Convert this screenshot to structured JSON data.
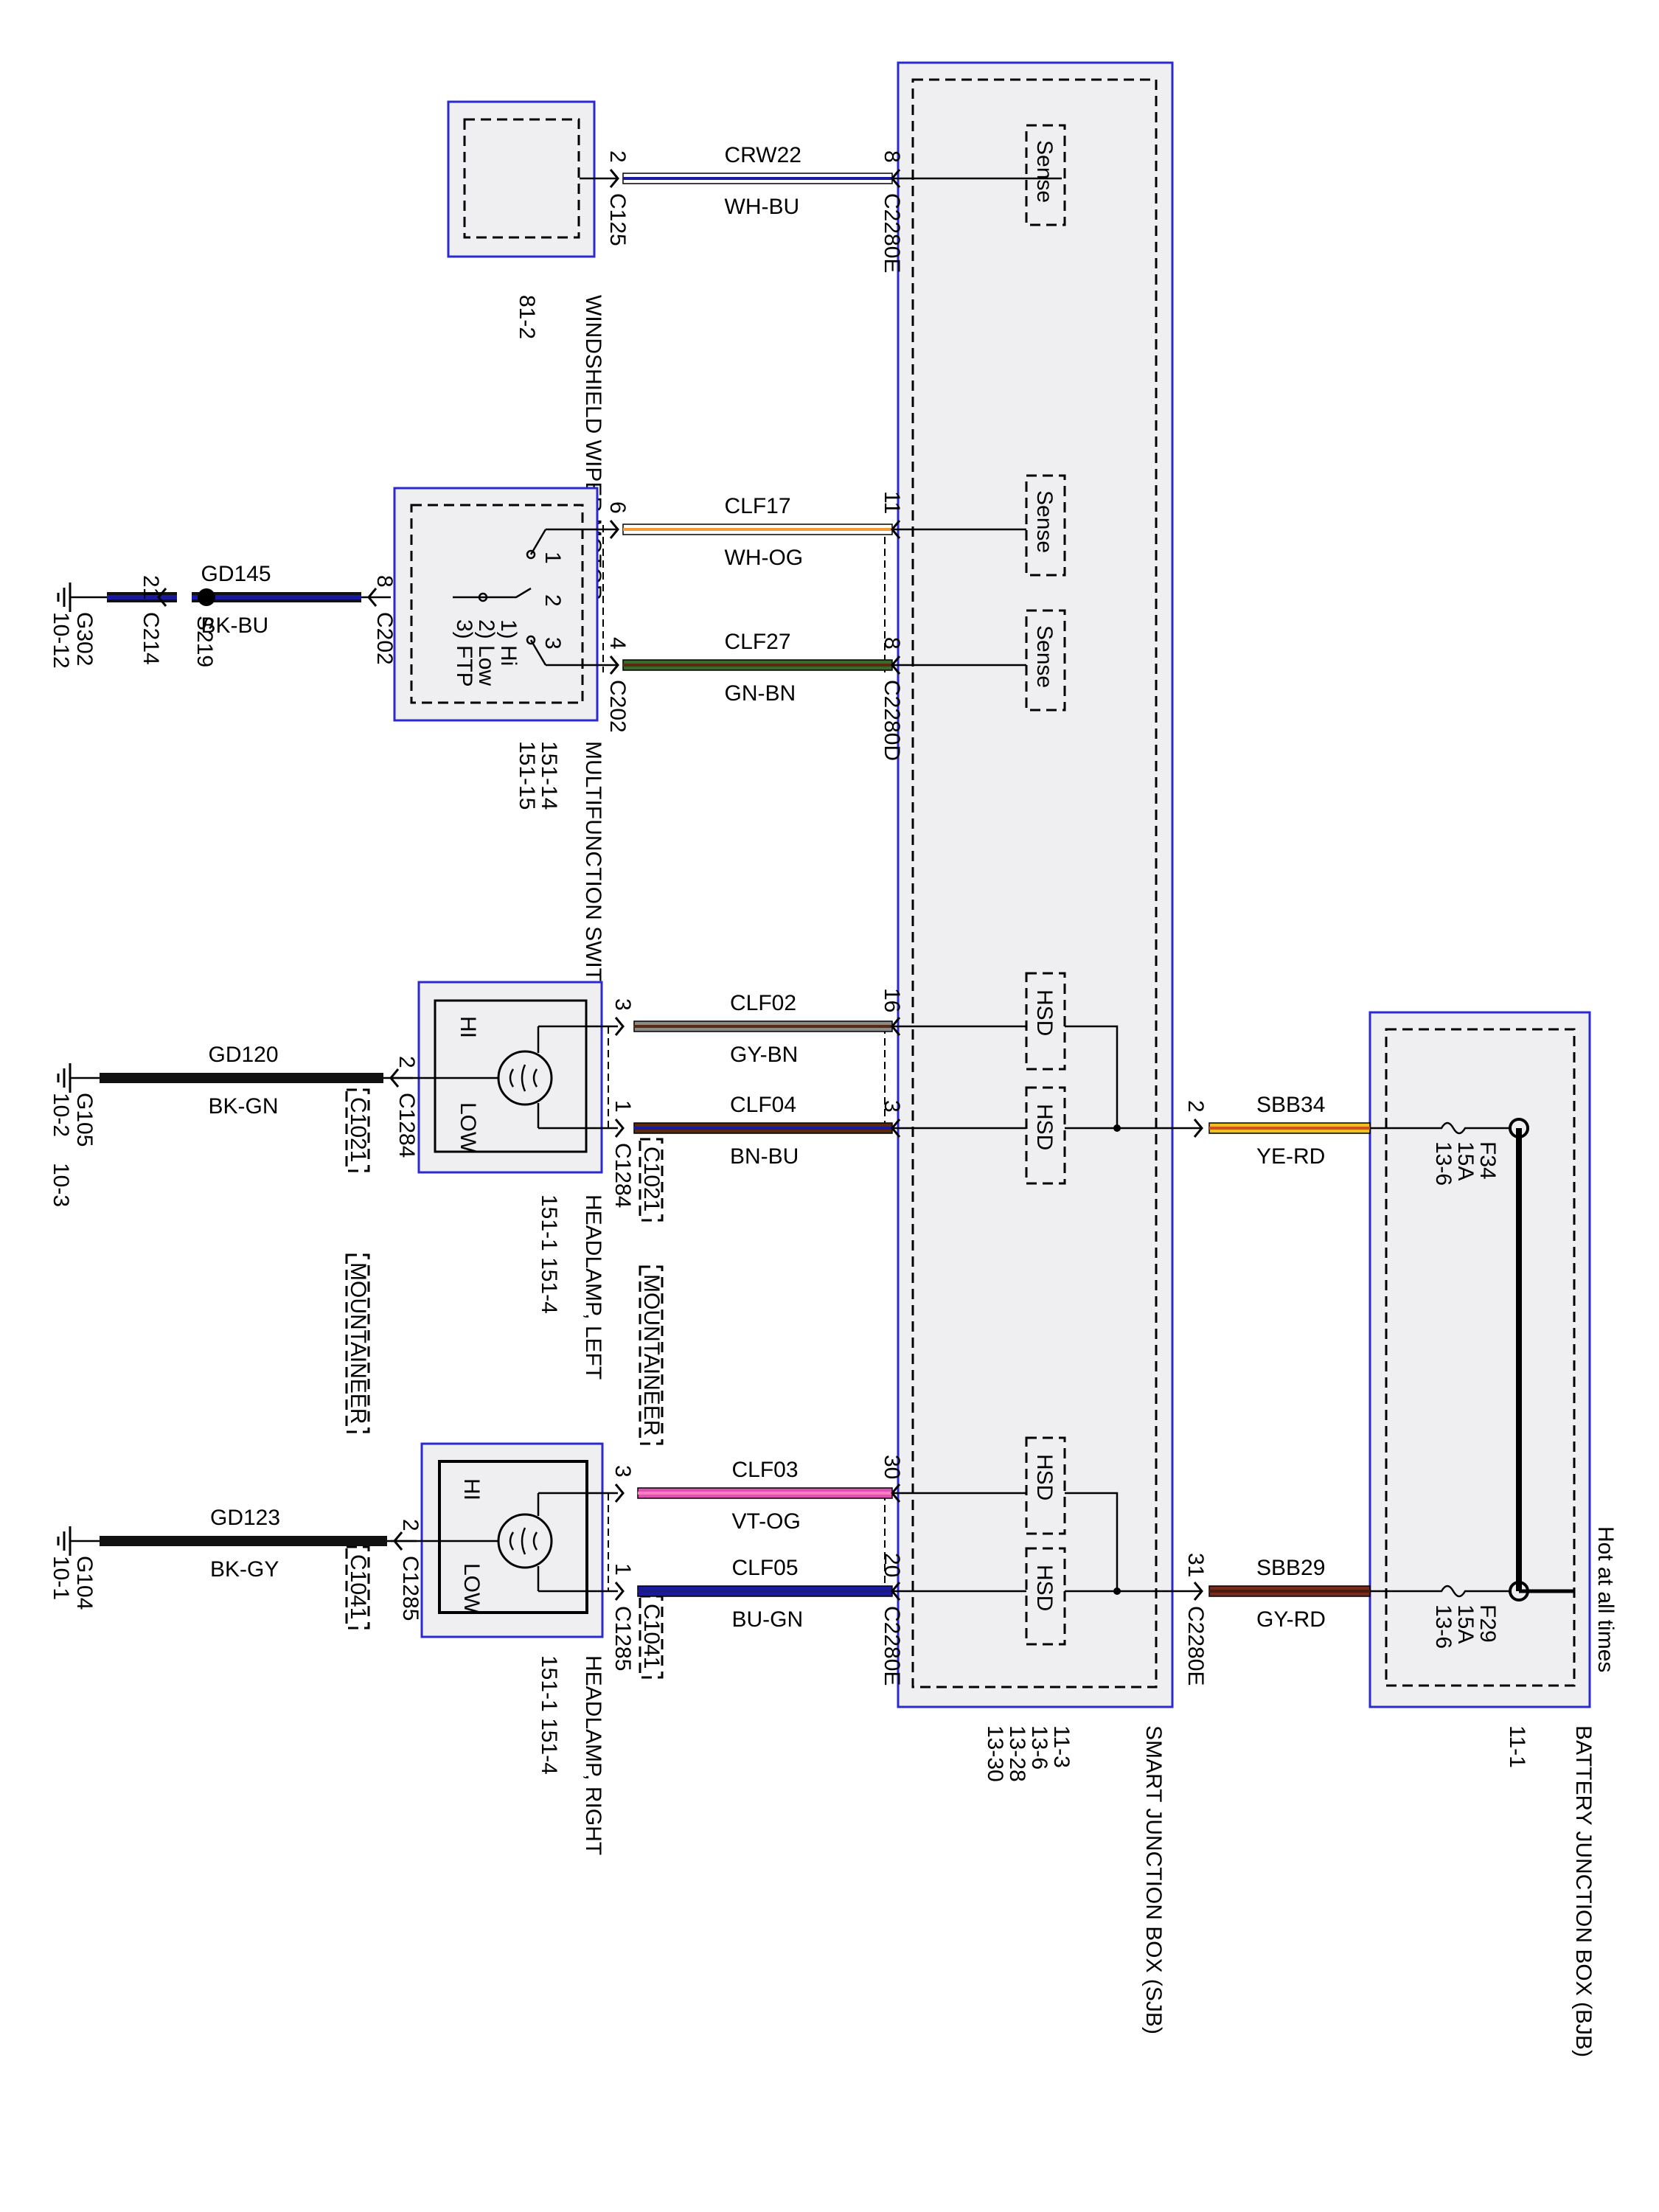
{
  "components": {
    "wiper_motor": {
      "name": "WINDSHIELD WIPER MOTOR",
      "ref": "81-2"
    },
    "multifunction_switch": {
      "name": "MULTIFUNCTION SWITCH",
      "refs": [
        "151-14",
        "151-15"
      ],
      "positions": [
        "1) Hi",
        "2) Low",
        "3) FTP"
      ]
    },
    "headlamp_left": {
      "name": "HEADLAMP, LEFT",
      "refs": "151-1   151-4",
      "hi": "HI",
      "low": "LOW"
    },
    "headlamp_right": {
      "name": "HEADLAMP, RIGHT",
      "refs": "151-1   151-4",
      "hi": "HI",
      "low": "LOW"
    },
    "sjb": {
      "name": "SMART JUNCTION BOX (SJB)",
      "refs": [
        "11-3",
        "13-6",
        "13-28",
        "13-30"
      ]
    },
    "bjb": {
      "name": "BATTERY JUNCTION BOX (BJB)",
      "ref": "11-1",
      "note": "Hot at all times"
    }
  },
  "sjb_blocks": [
    "Sense",
    "Sense",
    "Sense",
    "HSD",
    "HSD",
    "HSD",
    "HSD"
  ],
  "wires": [
    {
      "circuit": "CRW22",
      "color": "WH-BU",
      "left_pin": "2",
      "left_conn": "C125",
      "right_pin": "8",
      "right_conn": "C2280E"
    },
    {
      "circuit": "CLF17",
      "color": "WH-OG",
      "left_pin": "6",
      "left_conn": "",
      "right_pin": "11",
      "right_conn": ""
    },
    {
      "circuit": "CLF27",
      "color": "GN-BN",
      "left_pin": "4",
      "left_conn": "C202",
      "right_pin": "8",
      "right_conn": "C2280D"
    },
    {
      "circuit": "CLF02",
      "color": "GY-BN",
      "left_pin": "3",
      "left_conn": "",
      "right_pin": "16",
      "right_conn": ""
    },
    {
      "circuit": "CLF04",
      "color": "BN-BU",
      "left_pin": "1",
      "left_conn": "C1284",
      "right_pin": "3",
      "right_conn": ""
    },
    {
      "circuit": "CLF03",
      "color": "VT-OG",
      "left_pin": "3",
      "left_conn": "",
      "right_pin": "30",
      "right_conn": ""
    },
    {
      "circuit": "CLF05",
      "color": "BU-GN",
      "left_pin": "1",
      "left_conn": "C1285",
      "right_pin": "20",
      "right_conn": "C2280E"
    },
    {
      "circuit": "SBB34",
      "color": "YE-RD",
      "left_pin": "2",
      "left_conn": "",
      "right_pin": "",
      "right_conn": ""
    },
    {
      "circuit": "SBB29",
      "color": "GY-RD",
      "left_pin": "31",
      "left_conn": "C2280E",
      "right_pin": "",
      "right_conn": ""
    }
  ],
  "grounds": [
    {
      "circuit": "GD145",
      "color": "BK-BU",
      "pin": "8",
      "conn": "C202",
      "splice": "S219",
      "pin2": "21",
      "conn2": "C214",
      "ground": "G302",
      "ground_ref": "10-12"
    },
    {
      "circuit": "GD120",
      "color": "BK-GN",
      "pin": "2",
      "conn": "C1284",
      "ground": "G105",
      "ground_ref": "10-2",
      "ground_ref2": "10-3"
    },
    {
      "circuit": "GD123",
      "color": "BK-GY",
      "pin": "2",
      "conn": "C1285",
      "ground": "G104",
      "ground_ref": "10-1"
    }
  ],
  "fuses": [
    {
      "id": "F34",
      "rating": "15A",
      "ref": "13-6"
    },
    {
      "id": "F29",
      "rating": "15A",
      "ref": "13-6"
    }
  ],
  "variant_notes": [
    "C1021",
    "C1021",
    "MOUNTAINEER",
    "MOUNTAINEER",
    "C1041",
    "C1041"
  ],
  "multifunction_pins": [
    "1",
    "2",
    "3"
  ],
  "wire_colors": {
    "WH-BU": [
      "#ffffff",
      "#1a1aa0"
    ],
    "WH-OG": [
      "#ffffff",
      "#f09a3a"
    ],
    "GN-BN": [
      "#3a6a2a",
      "#5a2a10"
    ],
    "GY-BN": [
      "#8a8a8a",
      "#5a2a10"
    ],
    "BN-BU": [
      "#5a2a10",
      "#1a1aa0"
    ],
    "VT-OG": [
      "#e050b0",
      "#ff80c0"
    ],
    "BU-GN": [
      "#1a1aa0",
      "#1a1a80"
    ],
    "YE-RD": [
      "#f0c020",
      "#d05020"
    ],
    "GY-RD": [
      "#7a2a1a",
      "#4a1a10"
    ],
    "BK": "#111111"
  }
}
